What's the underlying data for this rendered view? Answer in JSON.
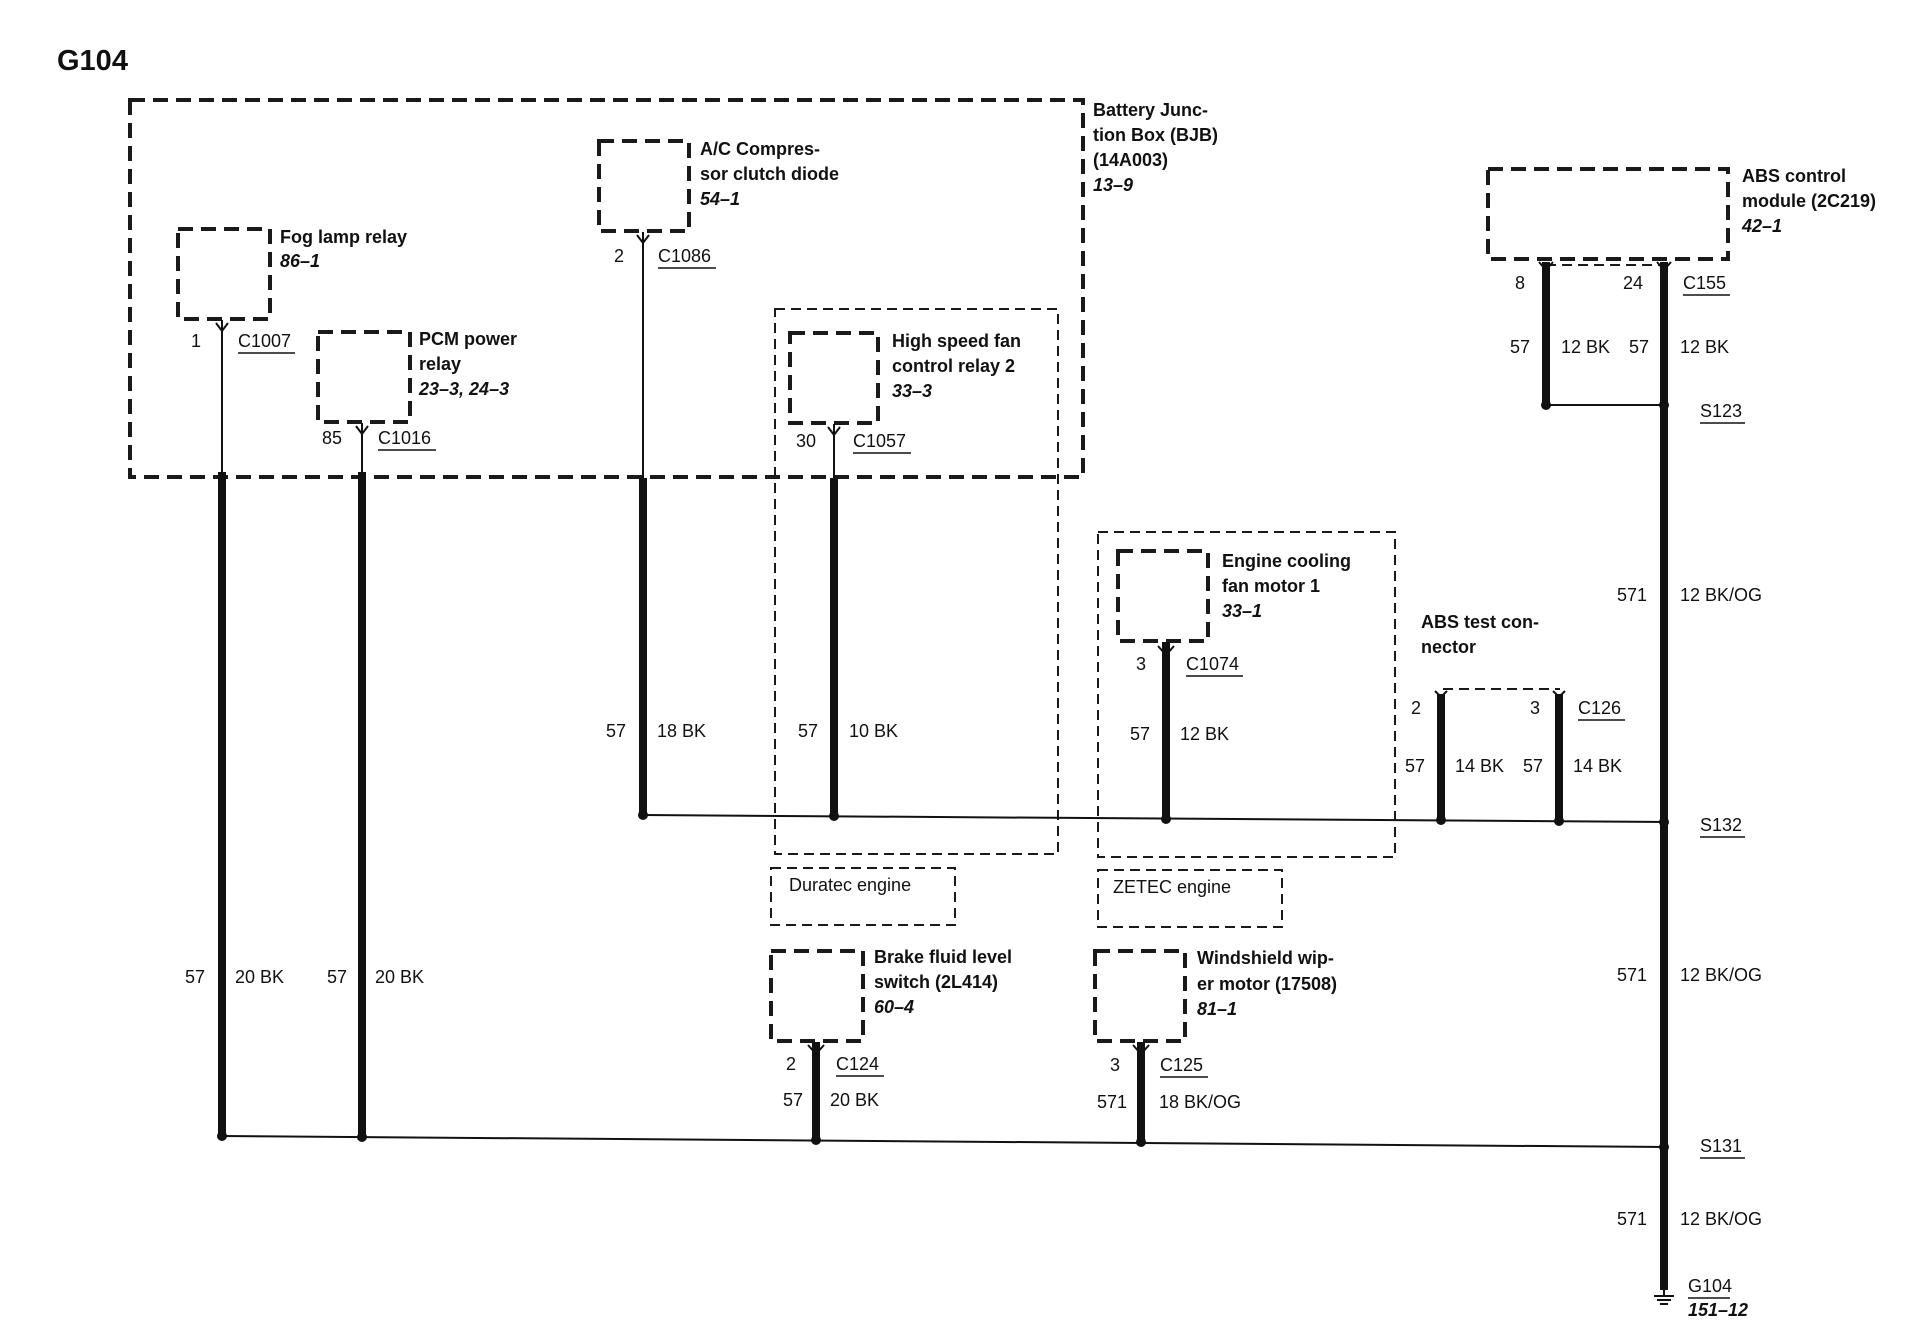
{
  "page_title": "G104",
  "components": {
    "bjb": {
      "l1": "Battery Junc-",
      "l2": "tion Box (BJB)",
      "l3": "(14A003)",
      "ref": "13–9"
    },
    "fog": {
      "l1": "Fog lamp relay",
      "ref": "86–1",
      "pin": "1",
      "conn": "C1007",
      "circuit": "57",
      "wire": "20 BK"
    },
    "pcm": {
      "l1": "PCM power",
      "l2": "relay",
      "ref": "23–3, 24–3",
      "pin": "85",
      "conn": "C1016",
      "circuit": "57",
      "wire": "20 BK"
    },
    "ac": {
      "l1": "A/C Compres-",
      "l2": "sor clutch diode",
      "ref": "54–1",
      "pin": "2",
      "conn": "C1086",
      "circuit": "57",
      "wire": "18 BK"
    },
    "hsf": {
      "l1": "High speed fan",
      "l2": "control relay 2",
      "ref": "33–3",
      "pin": "30",
      "conn": "C1057",
      "circuit": "57",
      "wire": "10 BK",
      "option": "Duratec engine"
    },
    "ecf": {
      "l1": "Engine cooling",
      "l2": "fan motor 1",
      "ref": "33–1",
      "pin": "3",
      "conn": "C1074",
      "circuit": "57",
      "wire": "12 BK",
      "option": "ZETEC engine"
    },
    "abs_test": {
      "l1": "ABS test con-",
      "l2": "nector",
      "pin_a": "2",
      "pin_b": "3",
      "conn": "C126",
      "circuit_a": "57",
      "wire_a": "14 BK",
      "circuit_b": "57",
      "wire_b": "14 BK"
    },
    "abs": {
      "l1": "ABS control",
      "l2": "module (2C219)",
      "ref": "42–1",
      "pin_a": "8",
      "pin_b": "24",
      "conn": "C155",
      "circuit_a": "57",
      "wire_a": "12 BK",
      "circuit_b": "57",
      "wire_b": "12 BK"
    },
    "brake": {
      "l1": "Brake fluid level",
      "l2": "switch (2L414)",
      "ref": "60–4",
      "pin": "2",
      "conn": "C124",
      "circuit": "57",
      "wire": "20 BK"
    },
    "wiper": {
      "l1": "Windshield wip-",
      "l2": "er motor (17508)",
      "ref": "81–1",
      "pin": "3",
      "conn": "C125",
      "circuit": "571",
      "wire": "18 BK/OG"
    }
  },
  "splices": {
    "s123": "S123",
    "s132": "S132",
    "s131": "S131"
  },
  "trunk": {
    "seg1": {
      "circuit": "571",
      "wire": "12 BK/OG"
    },
    "seg2": {
      "circuit": "571",
      "wire": "12 BK/OG"
    },
    "seg3": {
      "circuit": "571",
      "wire": "12 BK/OG"
    }
  },
  "ground": {
    "name": "G104",
    "ref": "151–12"
  }
}
